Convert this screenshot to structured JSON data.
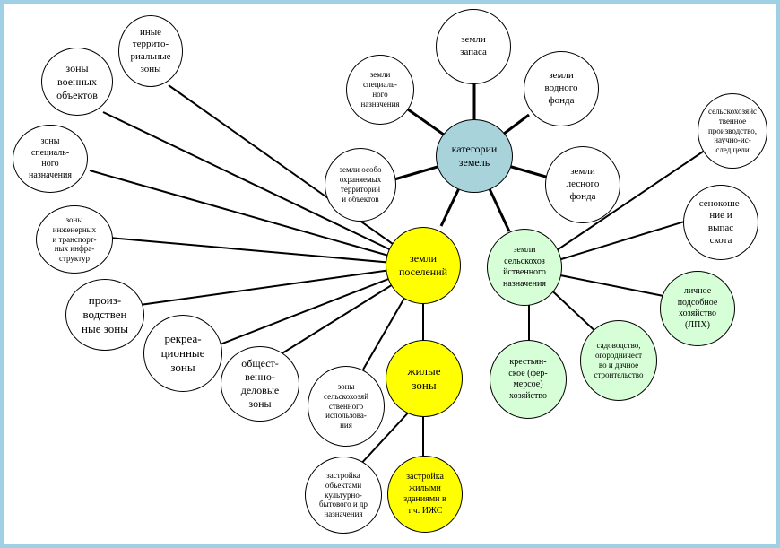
{
  "diagram": {
    "nodes": {
      "categories": "категории\nземель",
      "special": "земли\nспециаль-\nного\nназначения",
      "reserve": "земли\nзапаса",
      "water": "земли\nводного\nфонда",
      "protected": "земли особо\nохраняемых\nтерриторий\nи объектов",
      "forest": "земли\nлесного\nфонда",
      "settlements": "земли\nпоселений",
      "agricultural": "земли\nсельскохоз\nйственного\nназначения",
      "other_zones": "иные\nтеррито-\nриальные\nзоны",
      "military": "зоны\nвоенных\nобъектов",
      "special_zones": "зоны\nспециаль-\nного\nназначения",
      "infrastructure": "зоны\nинженерных\nи транспорт-\nных инфра-\nструктур",
      "production": "произ-\nводствен\nные зоны",
      "recreation": "рекреа-\nционные\nзоны",
      "public": "общест-\nвенно-\nделовые\nзоны",
      "agri_use_zones": "зоны\nсельскохозяй\nственного\nиспользова-\nния",
      "residential": "жилые\nзоны",
      "buildings_objects": "застройка\nобъектами\nкультурно-\nбытового и др\nназначения",
      "buildings_residential": "застройка\nжилыми\nзданиями в\nт.ч. ИЖС",
      "farm": "крестьян-\nское (фер-\nмерсое)\nхозяйство",
      "gardening": "садоводство,\nогородничест\nво и дачное\nстроительство",
      "personal": "личное\nподсобное\nхозяйство\n(ЛПХ)",
      "hay": "сенокоше-\nние и\nвыпас\nскота",
      "agri_production": "сельскохозяйс\nтвенное\nпроизводство,\nнаучно-ис-\nслед.цели"
    },
    "colors": {
      "frame": "#9fd0e4",
      "categories": "#a8d3db",
      "settlements": "#ffff00",
      "agricultural": "#d7ffd7"
    }
  }
}
